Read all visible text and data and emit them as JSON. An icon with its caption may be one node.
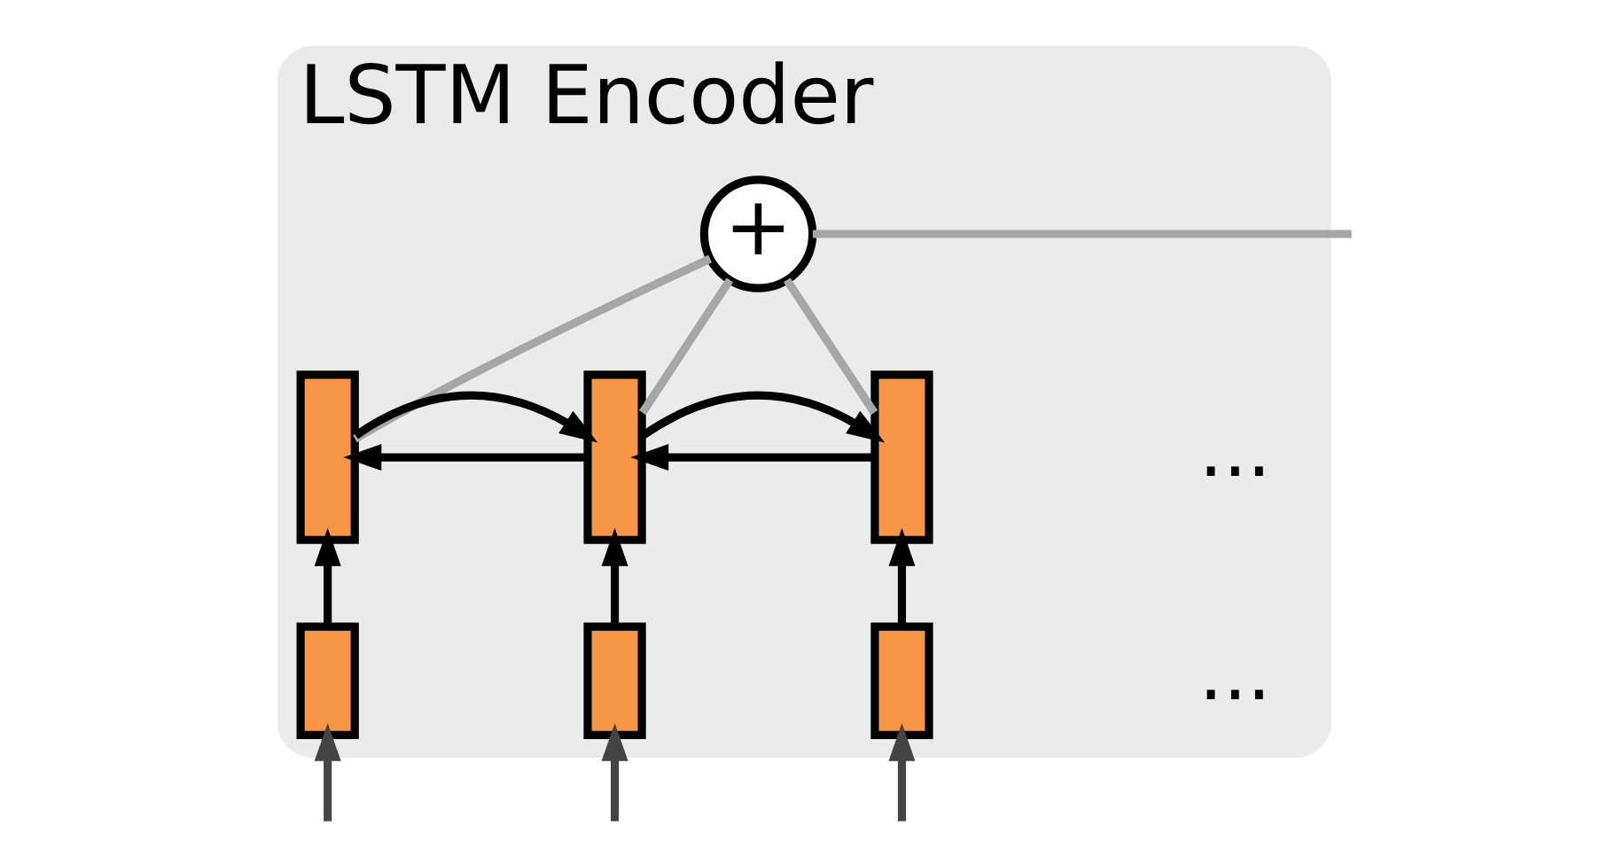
{
  "diagram": {
    "nodes": [
      {
        "text": [
          "LSTM Encoder"
        ]
      },
      {
        "text": [
          "+"
        ],
        "in": 0
      },
      {
        "text": [],
        "shape": "box",
        "in": 0
      },
      {
        "text": [],
        "shape": "box",
        "in": 0
      },
      {
        "text": [],
        "shape": "box",
        "in": 0
      },
      {
        "text": [],
        "shape": "box",
        "in": 0
      },
      {
        "text": [],
        "shape": "box",
        "in": 0
      },
      {
        "text": [],
        "shape": "box",
        "in": 0
      }
    ],
    "edges": [
      {
        "from": 2,
        "to": 1,
        "arrow": "none",
        "color": "#a6a6a6"
      },
      {
        "from": 3,
        "to": 1,
        "arrow": "none",
        "color": "#a6a6a6"
      },
      {
        "from": 4,
        "to": 1,
        "arrow": "none",
        "color": "#a6a6a6"
      },
      {
        "from": 1,
        "to": null,
        "arrow": "none",
        "color": "#a6a6a6"
      },
      {
        "from": 2,
        "to": 3,
        "arrow": "to"
      },
      {
        "from": 3,
        "to": 2,
        "arrow": "to"
      },
      {
        "from": 3,
        "to": 4,
        "arrow": "to"
      },
      {
        "from": 4,
        "to": 3,
        "arrow": "to"
      },
      {
        "from": 5,
        "to": 2,
        "arrow": "to"
      },
      {
        "from": 6,
        "to": 3,
        "arrow": "to"
      },
      {
        "from": 7,
        "to": 4,
        "arrow": "to"
      },
      {
        "from": null,
        "to": 5,
        "arrow": "to",
        "color": "#444444"
      },
      {
        "from": null,
        "to": 6,
        "arrow": "to",
        "color": "#444444"
      },
      {
        "from": null,
        "to": 7,
        "arrow": "to",
        "color": "#444444"
      }
    ],
    "labels": [
      "...",
      "..."
    ]
  }
}
